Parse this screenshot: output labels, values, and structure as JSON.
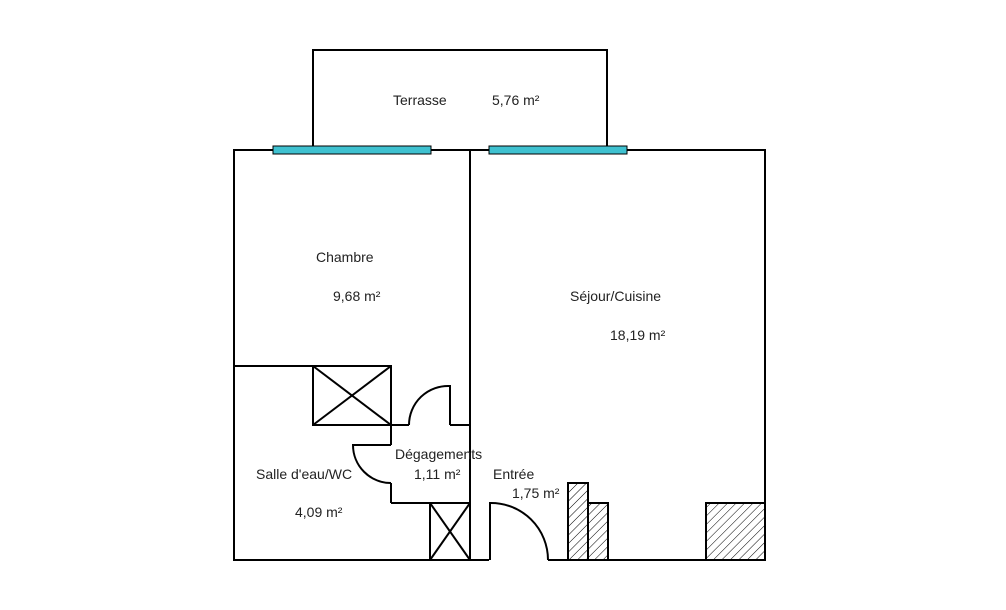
{
  "plan": {
    "rooms": {
      "terrasse": {
        "name": "Terrasse",
        "area": "5,76  m²"
      },
      "chambre": {
        "name": "Chambre",
        "area": "9,68  m²"
      },
      "sejour": {
        "name": "Séjour/Cuisine",
        "area": "18,19  m²"
      },
      "sdb": {
        "name": "Salle d'eau/WC",
        "area": "4,09  m²"
      },
      "degagements": {
        "name": "Dégagements",
        "area": "1,11  m²"
      },
      "entree": {
        "name": "Entrée",
        "area": "1,75  m²"
      }
    },
    "colors": {
      "window": "#3fc1d0",
      "wall": "#000000",
      "hatch": "#000000"
    }
  }
}
